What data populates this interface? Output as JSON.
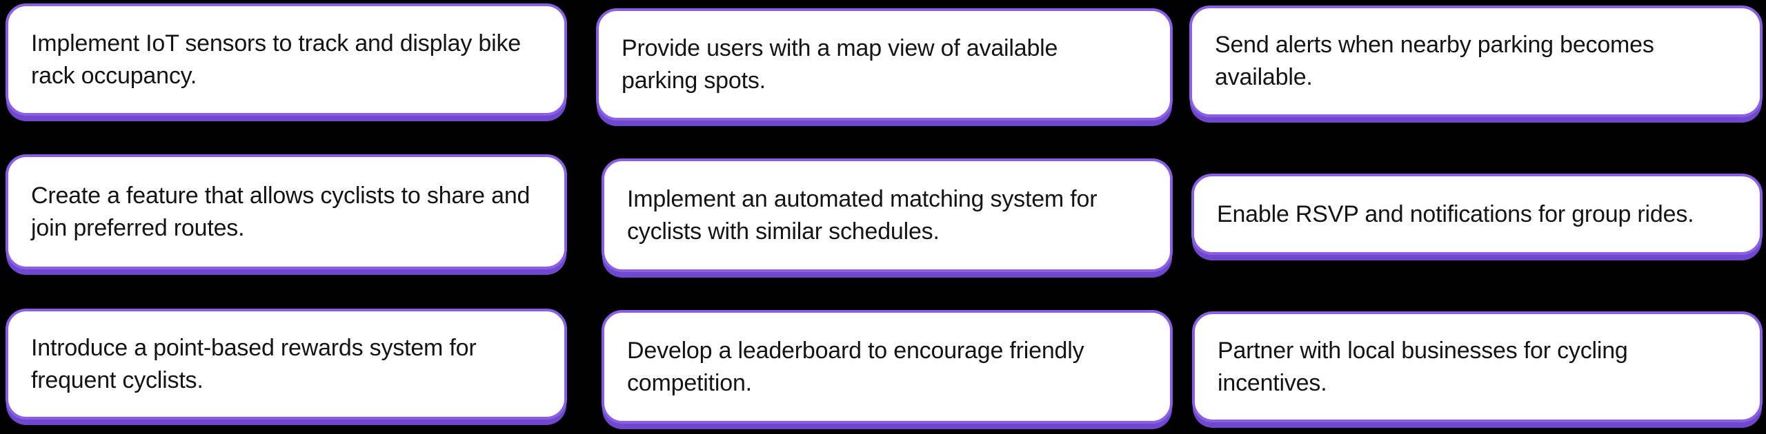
{
  "board": {
    "description": "idea-board of feature cards"
  },
  "style": {
    "canvas_bg": "#000000",
    "card_bg": "#ffffff",
    "border_color": "#8a5fe6",
    "shadow_color": "#7048d0",
    "text_color": "#141414"
  },
  "cards": [
    {
      "text": "Implement IoT sensors to track and display bike\nrack occupancy."
    },
    {
      "text": "Provide users with a map view of available\nparking spots."
    },
    {
      "text": "Send alerts when nearby parking becomes\navailable."
    },
    {
      "text": "Create a feature that allows cyclists to share and\njoin preferred routes."
    },
    {
      "text": "Implement an automated matching system for\ncyclists with similar schedules."
    },
    {
      "text": "Enable RSVP and notifications for group rides."
    },
    {
      "text": "Introduce a point-based rewards system for\nfrequent cyclists."
    },
    {
      "text": "Develop a leaderboard to encourage friendly\ncompetition."
    },
    {
      "text": "Partner with local businesses for cycling\nincentives."
    }
  ]
}
